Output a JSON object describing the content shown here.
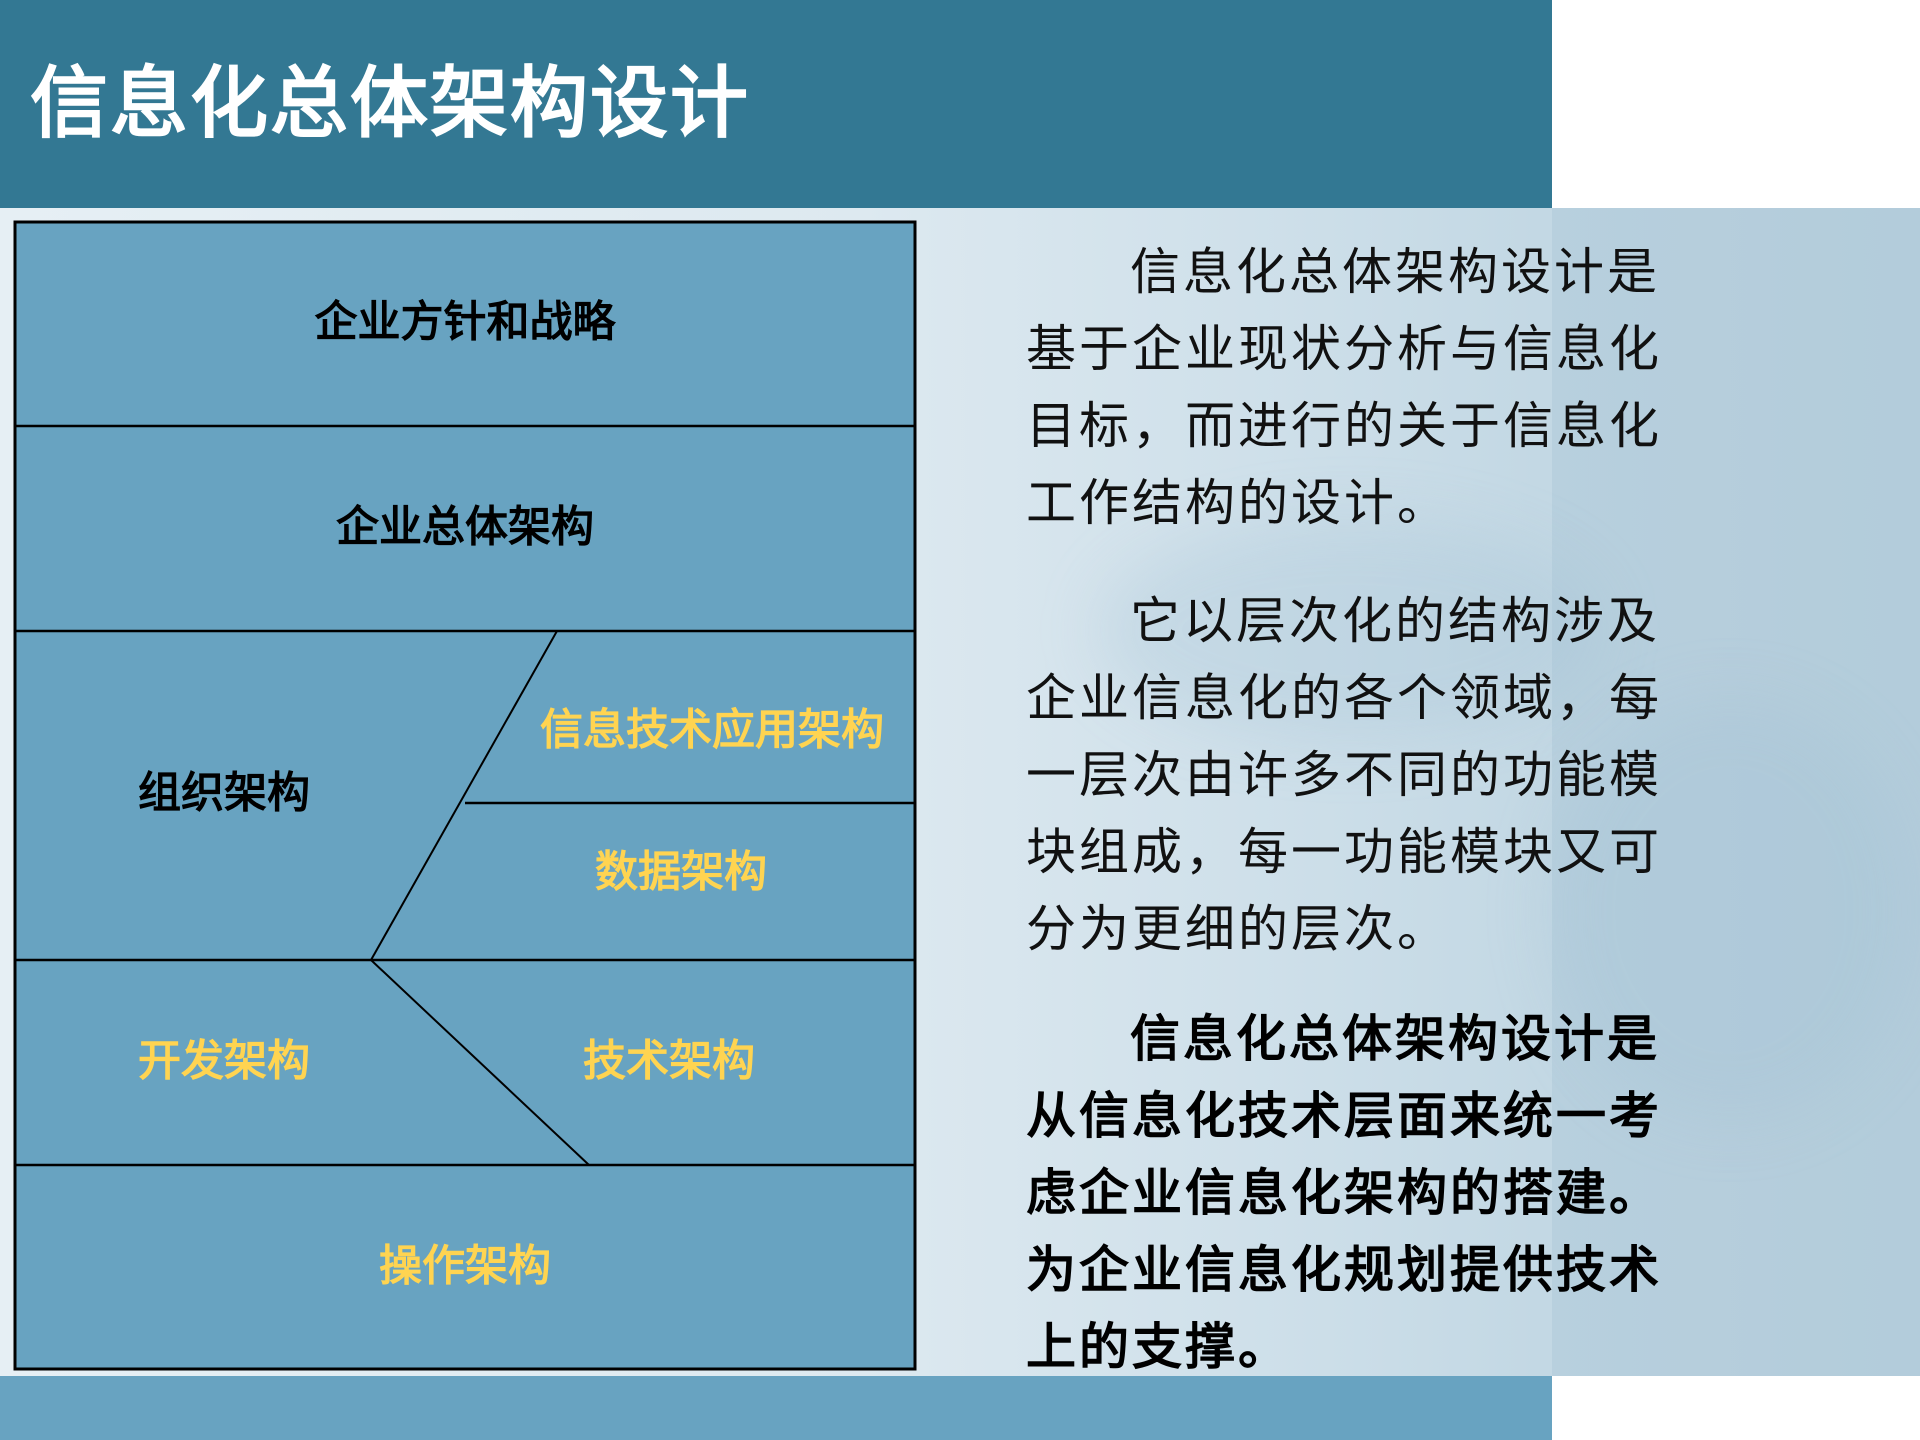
{
  "header": {
    "title": "信息化总体架构设计",
    "color": "#337893"
  },
  "diagram": {
    "fill_color": "#68a3c1",
    "line_color": "#000000",
    "layers": [
      {
        "label": "企业方针和战略",
        "color": "#000000"
      },
      {
        "label": "企业总体架构",
        "color": "#000000"
      },
      {
        "label": "组织架构",
        "color": "#000000"
      },
      {
        "label": "信息技术应用架构",
        "color": "#ffd451"
      },
      {
        "label": "数据架构",
        "color": "#ffd451"
      },
      {
        "label": "开发架构",
        "color": "#ffd451"
      },
      {
        "label": "技术架构",
        "color": "#ffd451"
      },
      {
        "label": "操作架构",
        "color": "#ffd451"
      }
    ]
  },
  "body": {
    "paragraphs": [
      {
        "text": "信息化总体架构设计是基于企业现状分析与信息化目标，而进行的关于信息化工作结构的设计。",
        "bold": false
      },
      {
        "text": "它以层次化的结构涉及企业信息化的各个领域，每一层次由许多不同的功能模块组成，每一功能模块又可分为更细的层次。",
        "bold": false
      },
      {
        "text": "信息化总体架构设计是从信息化技术层面来统一考虑企业信息化架构的搭建。为企业信息化规划提供技术上的支撑。",
        "bold": true
      }
    ]
  },
  "footer": {
    "color": "#68a3c1"
  }
}
